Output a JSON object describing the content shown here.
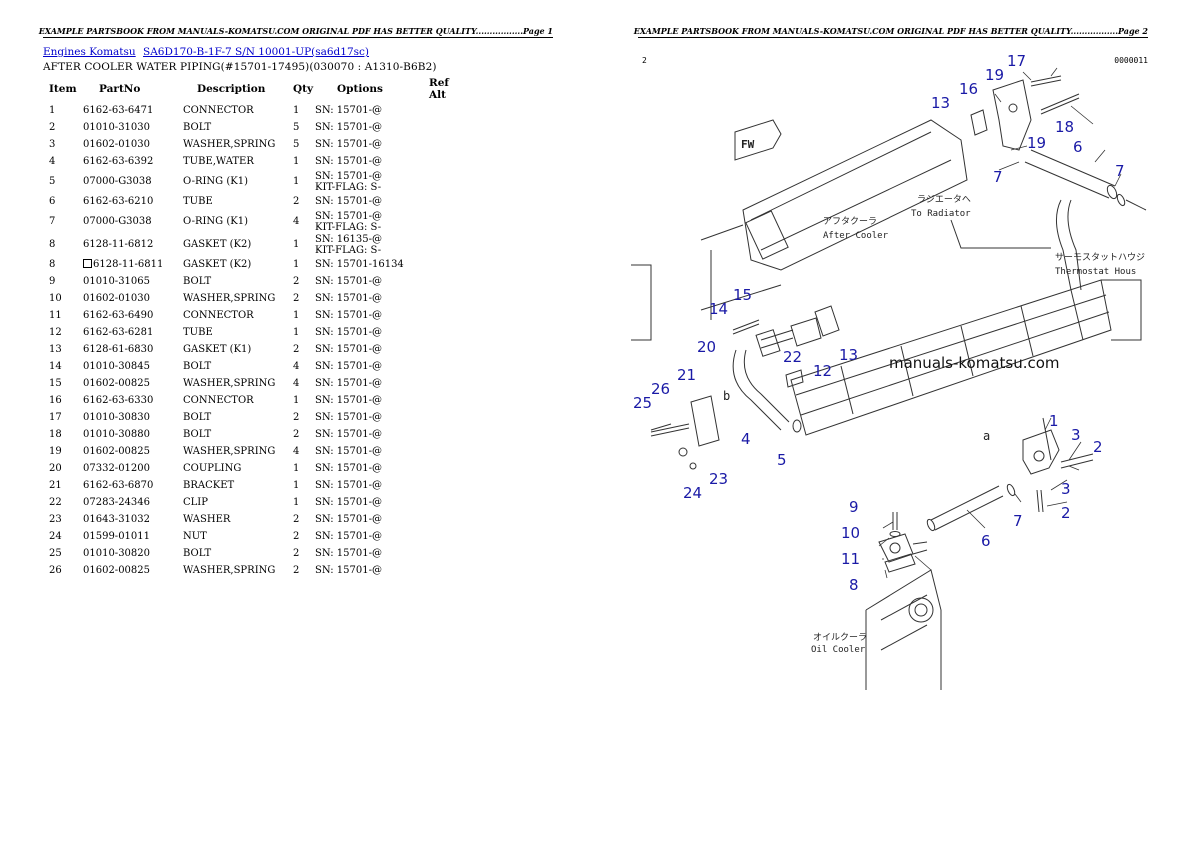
{
  "page1": {
    "banner": "EXAMPLE PARTSBOOK FROM MANUALS-KOMATSU.COM ORIGINAL PDF HAS BETTER QUALITY.................Page 1",
    "breadcrumb": {
      "link1": "Engines Komatsu",
      "link2": "SA6D170-B-1F-7 S/N 10001-UP(sa6d17sc)"
    },
    "subtitle": "AFTER COOLER WATER PIPING(#15701-17495)(030070 : A1310-B6B2)",
    "table": {
      "headers": [
        "Item",
        "PartNo",
        "Description",
        "Qty",
        "Options",
        "Ref Alt"
      ],
      "rows": [
        {
          "item": "1",
          "part": "6162-63-6471",
          "desc": "CONNECTOR",
          "qty": "1",
          "opt": "SN: 15701-@",
          "opt2": "",
          "boxed": false
        },
        {
          "item": "2",
          "part": "01010-31030",
          "desc": "BOLT",
          "qty": "5",
          "opt": "SN: 15701-@",
          "opt2": "",
          "boxed": false
        },
        {
          "item": "3",
          "part": "01602-01030",
          "desc": "WASHER,SPRING",
          "qty": "5",
          "opt": "SN: 15701-@",
          "opt2": "",
          "boxed": false
        },
        {
          "item": "4",
          "part": "6162-63-6392",
          "desc": "TUBE,WATER",
          "qty": "1",
          "opt": "SN: 15701-@",
          "opt2": "",
          "boxed": false
        },
        {
          "item": "5",
          "part": "07000-G3038",
          "desc": "O-RING (K1)",
          "qty": "1",
          "opt": "SN: 15701-@",
          "opt2": "KIT-FLAG: S-",
          "boxed": false
        },
        {
          "item": "6",
          "part": "6162-63-6210",
          "desc": "TUBE",
          "qty": "2",
          "opt": "SN: 15701-@",
          "opt2": "",
          "boxed": false
        },
        {
          "item": "7",
          "part": "07000-G3038",
          "desc": "O-RING (K1)",
          "qty": "4",
          "opt": "SN: 15701-@",
          "opt2": "KIT-FLAG: S-",
          "boxed": false
        },
        {
          "item": "8",
          "part": "6128-11-6812",
          "desc": "GASKET (K2)",
          "qty": "1",
          "opt": "SN: 16135-@",
          "opt2": "KIT-FLAG: S-",
          "boxed": false
        },
        {
          "item": "8",
          "part": "6128-11-6811",
          "desc": "GASKET (K2)",
          "qty": "1",
          "opt": "SN: 15701-16134",
          "opt2": "",
          "boxed": true
        },
        {
          "item": "9",
          "part": "01010-31065",
          "desc": "BOLT",
          "qty": "2",
          "opt": "SN: 15701-@",
          "opt2": "",
          "boxed": false
        },
        {
          "item": "10",
          "part": "01602-01030",
          "desc": "WASHER,SPRING",
          "qty": "2",
          "opt": "SN: 15701-@",
          "opt2": "",
          "boxed": false
        },
        {
          "item": "11",
          "part": "6162-63-6490",
          "desc": "CONNECTOR",
          "qty": "1",
          "opt": "SN: 15701-@",
          "opt2": "",
          "boxed": false
        },
        {
          "item": "12",
          "part": "6162-63-6281",
          "desc": "TUBE",
          "qty": "1",
          "opt": "SN: 15701-@",
          "opt2": "",
          "boxed": false
        },
        {
          "item": "13",
          "part": "6128-61-6830",
          "desc": "GASKET (K1)",
          "qty": "2",
          "opt": "SN: 15701-@",
          "opt2": "",
          "boxed": false
        },
        {
          "item": "14",
          "part": "01010-30845",
          "desc": "BOLT",
          "qty": "4",
          "opt": "SN: 15701-@",
          "opt2": "",
          "boxed": false
        },
        {
          "item": "15",
          "part": "01602-00825",
          "desc": "WASHER,SPRING",
          "qty": "4",
          "opt": "SN: 15701-@",
          "opt2": "",
          "boxed": false
        },
        {
          "item": "16",
          "part": "6162-63-6330",
          "desc": "CONNECTOR",
          "qty": "1",
          "opt": "SN: 15701-@",
          "opt2": "",
          "boxed": false
        },
        {
          "item": "17",
          "part": "01010-30830",
          "desc": "BOLT",
          "qty": "2",
          "opt": "SN: 15701-@",
          "opt2": "",
          "boxed": false
        },
        {
          "item": "18",
          "part": "01010-30880",
          "desc": "BOLT",
          "qty": "2",
          "opt": "SN: 15701-@",
          "opt2": "",
          "boxed": false
        },
        {
          "item": "19",
          "part": "01602-00825",
          "desc": "WASHER,SPRING",
          "qty": "4",
          "opt": "SN: 15701-@",
          "opt2": "",
          "boxed": false
        },
        {
          "item": "20",
          "part": "07332-01200",
          "desc": "COUPLING",
          "qty": "1",
          "opt": "SN: 15701-@",
          "opt2": "",
          "boxed": false
        },
        {
          "item": "21",
          "part": "6162-63-6870",
          "desc": "BRACKET",
          "qty": "1",
          "opt": "SN: 15701-@",
          "opt2": "",
          "boxed": false
        },
        {
          "item": "22",
          "part": "07283-24346",
          "desc": "CLIP",
          "qty": "1",
          "opt": "SN: 15701-@",
          "opt2": "",
          "boxed": false
        },
        {
          "item": "23",
          "part": "01643-31032",
          "desc": "WASHER",
          "qty": "2",
          "opt": "SN: 15701-@",
          "opt2": "",
          "boxed": false
        },
        {
          "item": "24",
          "part": "01599-01011",
          "desc": "NUT",
          "qty": "2",
          "opt": "SN: 15701-@",
          "opt2": "",
          "boxed": false
        },
        {
          "item": "25",
          "part": "01010-30820",
          "desc": "BOLT",
          "qty": "2",
          "opt": "SN: 15701-@",
          "opt2": "",
          "boxed": false
        },
        {
          "item": "26",
          "part": "01602-00825",
          "desc": "WASHER,SPRING",
          "qty": "2",
          "opt": "SN: 15701-@",
          "opt2": "",
          "boxed": false
        }
      ]
    }
  },
  "page2": {
    "banner": "EXAMPLE PARTSBOOK FROM MANUALS-KOMATSU.COM ORIGINAL PDF HAS BETTER QUALITY.................Page 2",
    "page_mark_left": "2",
    "page_mark_right": "0000011",
    "diagram": {
      "watermark": "manuals-komatsu.com",
      "label_fw": "FW",
      "label_after_cooler_jp": "アフタクーラ",
      "label_after_cooler": "After Cooler",
      "label_radiator_jp": "ラジエータへ",
      "label_radiator": "To Radiator",
      "label_thermostat_jp": "サーモスタットハウジ",
      "label_thermostat": "Thermostat Hous",
      "label_oil_cooler_jp": "オイルクーラ",
      "label_oil_cooler": "Oil Cooler",
      "label_a": "a",
      "label_b": "b",
      "callouts": [
        "1",
        "2",
        "2",
        "3",
        "3",
        "4",
        "5",
        "6",
        "6",
        "7",
        "7",
        "7",
        "8",
        "9",
        "10",
        "11",
        "12",
        "13",
        "13",
        "14",
        "15",
        "16",
        "17",
        "18",
        "19",
        "19",
        "20",
        "21",
        "22",
        "23",
        "24",
        "25",
        "26"
      ]
    }
  }
}
